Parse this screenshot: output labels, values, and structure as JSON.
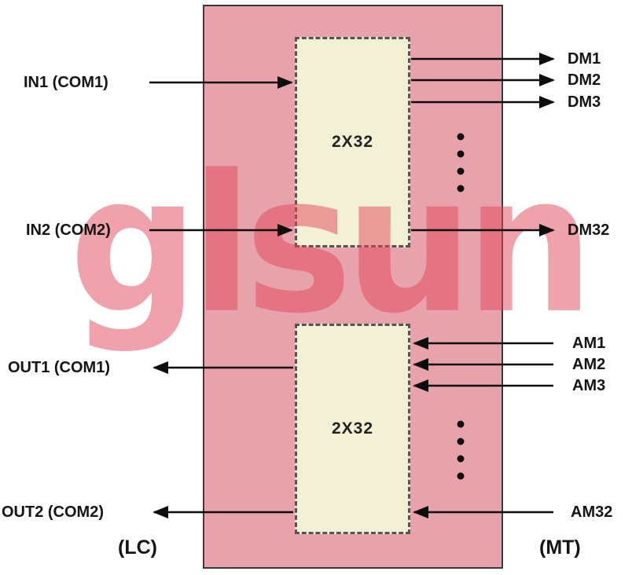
{
  "watermark": "glsun",
  "modules": {
    "top": "2X32",
    "bottom": "2X32"
  },
  "ports": {
    "in1": "IN1 (COM1)",
    "in2": "IN2 (COM2)",
    "out1": "OUT1 (COM1)",
    "out2": "OUT2 (COM2)",
    "dm1": "DM1",
    "dm2": "DM2",
    "dm3": "DM3",
    "dm32": "DM32",
    "am1": "AM1",
    "am2": "AM2",
    "am3": "AM3",
    "am32": "AM32"
  },
  "connectors": {
    "left": "(LC)",
    "right": "(MT)"
  },
  "colors": {
    "enclosure": "#e8a2ab",
    "module": "#f2f1d6",
    "watermark": "#e3475c",
    "line": "#0d0d0d"
  }
}
